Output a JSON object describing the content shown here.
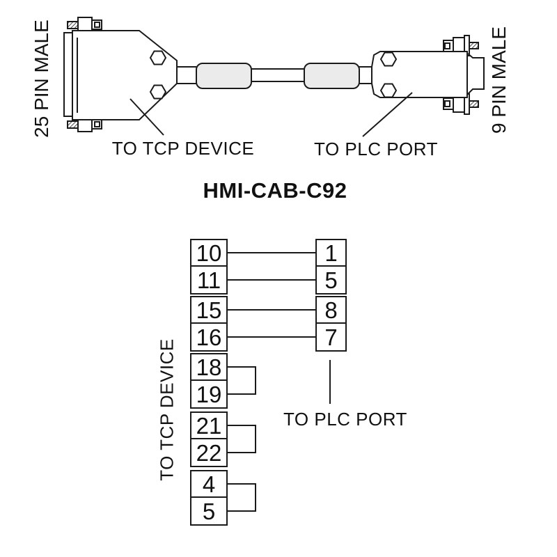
{
  "cable_drawing": {
    "title": "HMI-CAB-C92",
    "left_connector": {
      "side_label": "25 PIN MALE",
      "callout": "TO TCP DEVICE"
    },
    "right_connector": {
      "side_label": "9 PIN MALE",
      "callout": "TO PLC PORT"
    },
    "colors": {
      "line": "#1a1a1a",
      "ferrite_fill": "#ebebeb",
      "background": "#ffffff"
    }
  },
  "pinout": {
    "left_label": "TO TCP DEVICE",
    "right_label": "TO PLC PORT",
    "left_pins": [
      "10",
      "11",
      "15",
      "16",
      "18",
      "19",
      "21",
      "22",
      "4",
      "5"
    ],
    "right_pins": [
      "1",
      "5",
      "8",
      "7"
    ],
    "straight_connections": [
      [
        "10",
        "1"
      ],
      [
        "11",
        "5"
      ],
      [
        "15",
        "8"
      ],
      [
        "16",
        "7"
      ]
    ],
    "jumpered_pairs": [
      [
        "18",
        "19"
      ],
      [
        "21",
        "22"
      ],
      [
        "4",
        "5"
      ]
    ]
  }
}
